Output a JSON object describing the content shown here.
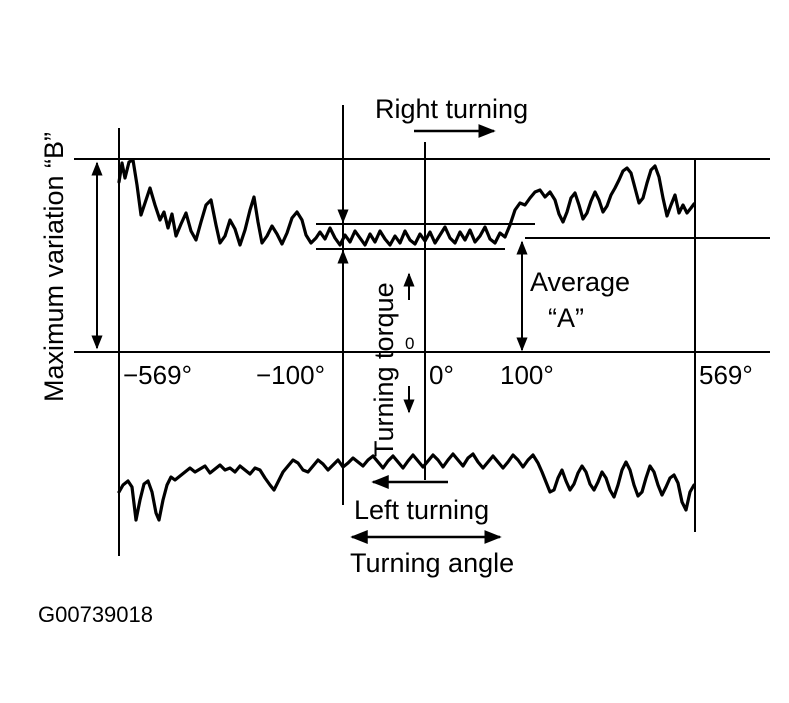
{
  "diagram": {
    "labels": {
      "right_turning": "Right turning",
      "left_turning": "Left turning",
      "turning_angle": "Turning angle",
      "turning_torque": "Turning torque",
      "max_variation": "Maximum variation  “B”",
      "average_line1": "Average",
      "average_line2": "“A”",
      "zero": "0"
    },
    "ticks": [
      "−569°",
      "−100°",
      "0°",
      "100°",
      "569°"
    ],
    "figure_code": "G00739018"
  }
}
